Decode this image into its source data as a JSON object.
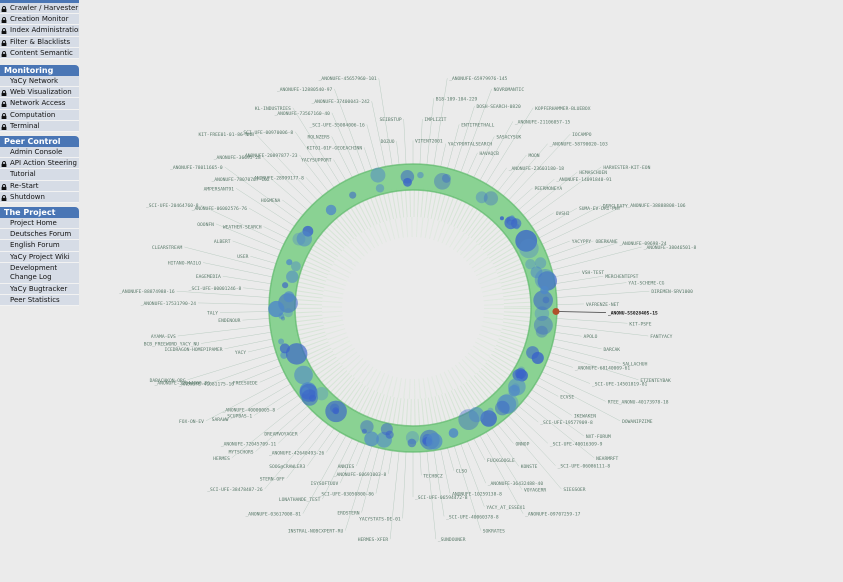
{
  "sidebar": {
    "groups": [
      {
        "title": "Index Administration",
        "items": [
          {
            "label": "Crawler / Harvester",
            "locked": true
          },
          {
            "label": "Creation Monitor",
            "locked": true
          },
          {
            "label": "Index Administration",
            "locked": true
          },
          {
            "label": "Filter & Blacklists",
            "locked": true
          },
          {
            "label": "Content Semantic",
            "locked": true
          }
        ]
      },
      {
        "title": "Monitoring",
        "items": [
          {
            "label": "YaCy Network",
            "locked": false
          },
          {
            "label": "Web Visualization",
            "locked": true
          },
          {
            "label": "Network Access",
            "locked": true
          },
          {
            "label": "Computation",
            "locked": true
          },
          {
            "label": "Terminal",
            "locked": true
          }
        ]
      },
      {
        "title": "Peer Control",
        "items": [
          {
            "label": "Admin Console",
            "locked": false
          },
          {
            "label": "API Action Steering",
            "locked": true
          },
          {
            "label": "Tutorial",
            "locked": false
          },
          {
            "label": "Re-Start",
            "locked": true
          },
          {
            "label": "Shutdown",
            "locked": true
          }
        ]
      },
      {
        "title": "The Project",
        "items": [
          {
            "label": "Project Home",
            "locked": false
          },
          {
            "label": "Deutsches Forum",
            "locked": false
          },
          {
            "label": "English Forum",
            "locked": false
          },
          {
            "label": "YaCy Project Wiki",
            "locked": false
          },
          {
            "label": "Development Change Log",
            "locked": false
          },
          {
            "label": "YaCy Bugtracker",
            "locked": false
          },
          {
            "label": "Peer Statistics",
            "locked": false
          }
        ]
      }
    ]
  },
  "network": {
    "highlighted_peer": "_ANONU-55028405-15",
    "peers": [
      "VITENT2001",
      "IMPLIZIT",
      "B18-109-104-229",
      "_ANONUFE-65979976-145",
      "YACYPORTALSEARCH",
      "ENTITRETHALL",
      "DOSH-SEARCH-0820",
      "NOVROMANTIC",
      "HAVAQCB",
      "SASACYSUK",
      "_ANONUFE-21106057-15",
      "KOPFERHAMMER-BLUEBOX",
      "_ANONUFE-23603180-18",
      "MOON",
      "_ANONUFE-58790020-103",
      "IOCAMPO",
      "PEERMONEYA",
      "_ANONUFE-14091840-91",
      "HEMASCHOEN",
      "HARVESTER-KIT-EON",
      "OVSHI",
      "SUMA-EV-DAI-PHT",
      "DERCLEATY",
      "_ANONUFE-38888808-106",
      "YACYPPY",
      "OBERKANE",
      "_ANONUFE-09698-24",
      "_ANONUFE-38046501-8",
      "VSH-TEST",
      "MERCHENTEPST",
      "YAI-SCHEME-CG",
      "DIREMEN-SRV1000",
      "VAFRENZE-NET",
      "_ANONU-55028405-15",
      "KIT-PSFE",
      "FANTYACY",
      "APOLO",
      "DARCAK",
      "SALLACHUH",
      "ETZENTEYBAK",
      "_ANONUFE-68140009-61",
      "_SCI-UFE-14501819-81",
      "RTEE_ANONU-40173978-18",
      "DOWANIPZIME",
      "ECVSE",
      "IKEWAKEN",
      "NXT-FORUM",
      "NEARMRFT",
      "_SCI-UFE-19577909-8",
      "_SCI-UFE-40016309-9",
      "_SCI-UFE-06086111-8",
      "SIEGSOER",
      "ONNOP",
      "KONSTE",
      "VOYAGERR",
      "_ANONUFE-09707259-17",
      "FUCKGOOGLE",
      "_ANONUFE-36432488-40",
      "YACY_AT_ESSEX1",
      "SOKRATES",
      "CLSO",
      "ANONUFE-10259138-8",
      "_SCI-UFE-40060378-8",
      "_SUNDOUNER",
      "TECHBCZ",
      "_SCI-UFE-06594472-8",
      "YACYSTATS-DE-01",
      "HERMES-XFER",
      "_ANONUFE-60691003-8",
      "_SCI-UFE-03050800-86",
      "ERDSTERN",
      "INSTRAL-NOBCXPERT-RU",
      "ANNIES",
      "ISYSOFTUOV",
      "LONATHANDE_TEST",
      "_ANONUFE-03617008-81",
      "_ANONUFE-42640493-26",
      "SOOG@CRAWLER3",
      "STERN-OFF",
      "_SCI-UFE-38478487-26",
      "DREAMVOYAGER",
      "_ANONUFE-72045709-11",
      "MYTSCHORS",
      "HERMES",
      "_ANONUFE-40000005-8",
      "SCUPBAS-1",
      "SARAWW",
      "FOX-ON-EV",
      "FREESUEDE",
      "_ANONUFE-41081175-16",
      "_ANONUFE-32044000-86",
      "DABACHKON-ORG",
      "YACY",
      "ICEDRAGON-HOMEPIPAMER",
      "BCB_FREEWORD_YACY_NU",
      "AYAMA-EVS",
      "ENDENOUR",
      "TALY",
      "_ANONUFE-17531790-24",
      "_ANONUFE-88874988-16",
      "_SCI-UFE-00001246-8",
      "EAGEMEDIA",
      "HITANO-MAILO",
      "CLEARSTREAM",
      "USER",
      "ALBERT",
      "OOONFN",
      "_SCI-UFE-20464760-8",
      "WEATHER-SEARCH",
      "_ANONUFE-06002576-76",
      "AMPERSANT91",
      "_ANONUFE-78011665-0",
      "HOGMENA",
      "_ANONUFE-78070707-102",
      "_ANONUFE-36095-28",
      "KIT-FREE01-01-86-NNN",
      "_ANONUFE-28999177-8",
      "_ANONUFE-20897877-23",
      "_SCI-UFE-00970006-8",
      "KL-INDUSTRIES",
      "YACYSUPPORT",
      "ROLNZERS",
      "_ANONUFE-73567160-40",
      "_ANONUFE-12880540-97",
      "KIT01-01F-GEOEACHINN",
      "_SCI-UFE-55084006-16",
      "_ANONUFE-37400043-242",
      "_ANONUFE-45657960-101",
      "DOZUO",
      "SEIBSTUP"
    ]
  }
}
